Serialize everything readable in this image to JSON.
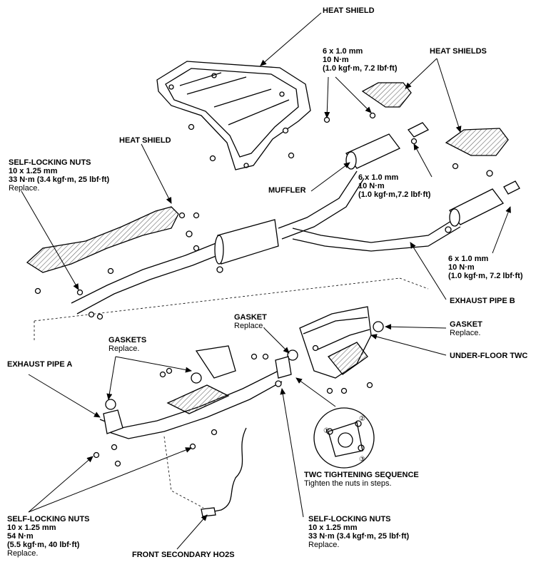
{
  "labels": {
    "heat_shield_top": "HEAT SHIELD",
    "heat_shield_left": "HEAT SHIELD",
    "heat_shields": "HEAT SHIELDS",
    "muffler": "MUFFLER",
    "bolt_top": {
      "size": "6 x 1.0 mm",
      "torque": "10 N·m",
      "alt": "(1.0 kgf·m, 7.2 lbf·ft)"
    },
    "bolt_mid": {
      "size": "6 x 1.0 mm",
      "torque": "10 N·m",
      "alt": "(1.0 kgf·m,7.2 lbf·ft)"
    },
    "bolt_right": {
      "size": "6 x 1.0 mm",
      "torque": "10 N·m",
      "alt": "(1.0 kgf·m, 7.2 lbf·ft)"
    },
    "self_locking_top": {
      "title": "SELF-LOCKING NUTS",
      "size": "10 x 1.25 mm",
      "torque": "33 N·m (3.4 kgf·m, 25 lbf·ft)",
      "note": "Replace."
    },
    "exhaust_pipe_b": "EXHAUST PIPE B",
    "gasket_mid": {
      "title": "GASKET",
      "note": "Replace."
    },
    "gasket_right": {
      "title": "GASKET",
      "note": "Replace."
    },
    "gaskets": {
      "title": "GASKETS",
      "note": "Replace."
    },
    "under_floor_twc": "UNDER-FLOOR TWC",
    "exhaust_pipe_a": "EXHAUST PIPE A",
    "twc_sequence": {
      "title": "TWC TIGHTENING SEQUENCE",
      "note": "Tighten the nuts in steps."
    },
    "self_locking_bl": {
      "title": "SELF-LOCKING NUTS",
      "size": "10 x 1.25 mm",
      "torque": "54 N·m",
      "alt": "(5.5 kgf·m, 40 lbf·ft)",
      "note": "Replace."
    },
    "self_locking_bm": {
      "title": "SELF-LOCKING NUTS",
      "size": "10 x 1.25 mm",
      "torque": "33 N·m (3.4 kgf·m, 25 lbf·ft)",
      "note": "Replace."
    },
    "front_ho2s": "FRONT SECONDARY HO2S"
  },
  "sequence_numbers": [
    "①",
    "②",
    "③"
  ],
  "colors": {
    "line": "#000000",
    "fill": "#ffffff",
    "shade": "#b8b8b8"
  }
}
